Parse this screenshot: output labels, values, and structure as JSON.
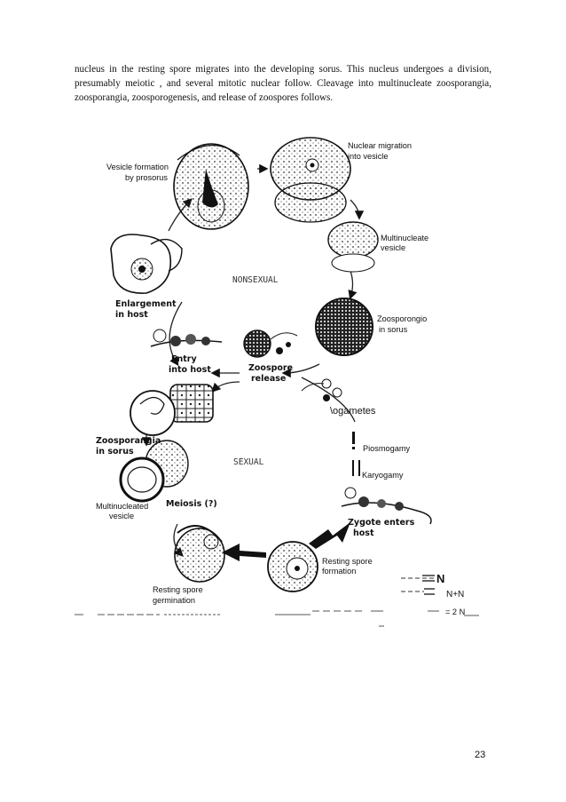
{
  "paragraph": "nucleus in the resting spore migrates into the developing sorus.  This nucleus undergoes a division, presumably meiotic , and several mitotic nuclear follow.  Cleavage into multinucleate zoosporangia, zoosporangia, zoosporogenesis, and release of zoospores follows.",
  "labels": {
    "vesicle_formation_1": "Vesicle formation",
    "vesicle_formation_2": "by prosorus",
    "nuclear_migration_1": "Nuclear migration",
    "nuclear_migration_2": "into vesicle",
    "multinucleate_1": "Multinucleate",
    "multinucleate_2": "vesicle",
    "enlargement_1": "Enlargement",
    "enlargement_2": "in host",
    "nonsexual": "NONSEXUAL",
    "zoosporangio_1": "Zoosporongio",
    "zoosporangio_2": "in sorus",
    "entry_1": "Entry",
    "entry_2": "into host",
    "zoospore_release_1": "Zoospore",
    "zoospore_release_2": "release",
    "gametes": "\\ogametes",
    "plasmogamy": "Piosmogamy",
    "karyogamy": "Karyogamy",
    "sexual": "SEXUAL",
    "zoosporangia_sorus_1": "Zoosporangia",
    "zoosporangia_sorus_2": "in sorus",
    "meiosis": "Meiosis (?)",
    "multinucleated_1": "Multinucleated",
    "multinucleated_2": "vesicle",
    "zygote_1": "Zygote enters",
    "zygote_2": "host",
    "resting_formation_1": "Resting spore",
    "resting_formation_2": "formation",
    "resting_germ_1": "Resting spore",
    "resting_germ_2": "germination"
  },
  "legend": {
    "n": "N",
    "n_plus_n": "N+N",
    "two_n": "= 2 N"
  },
  "page_number": "23"
}
